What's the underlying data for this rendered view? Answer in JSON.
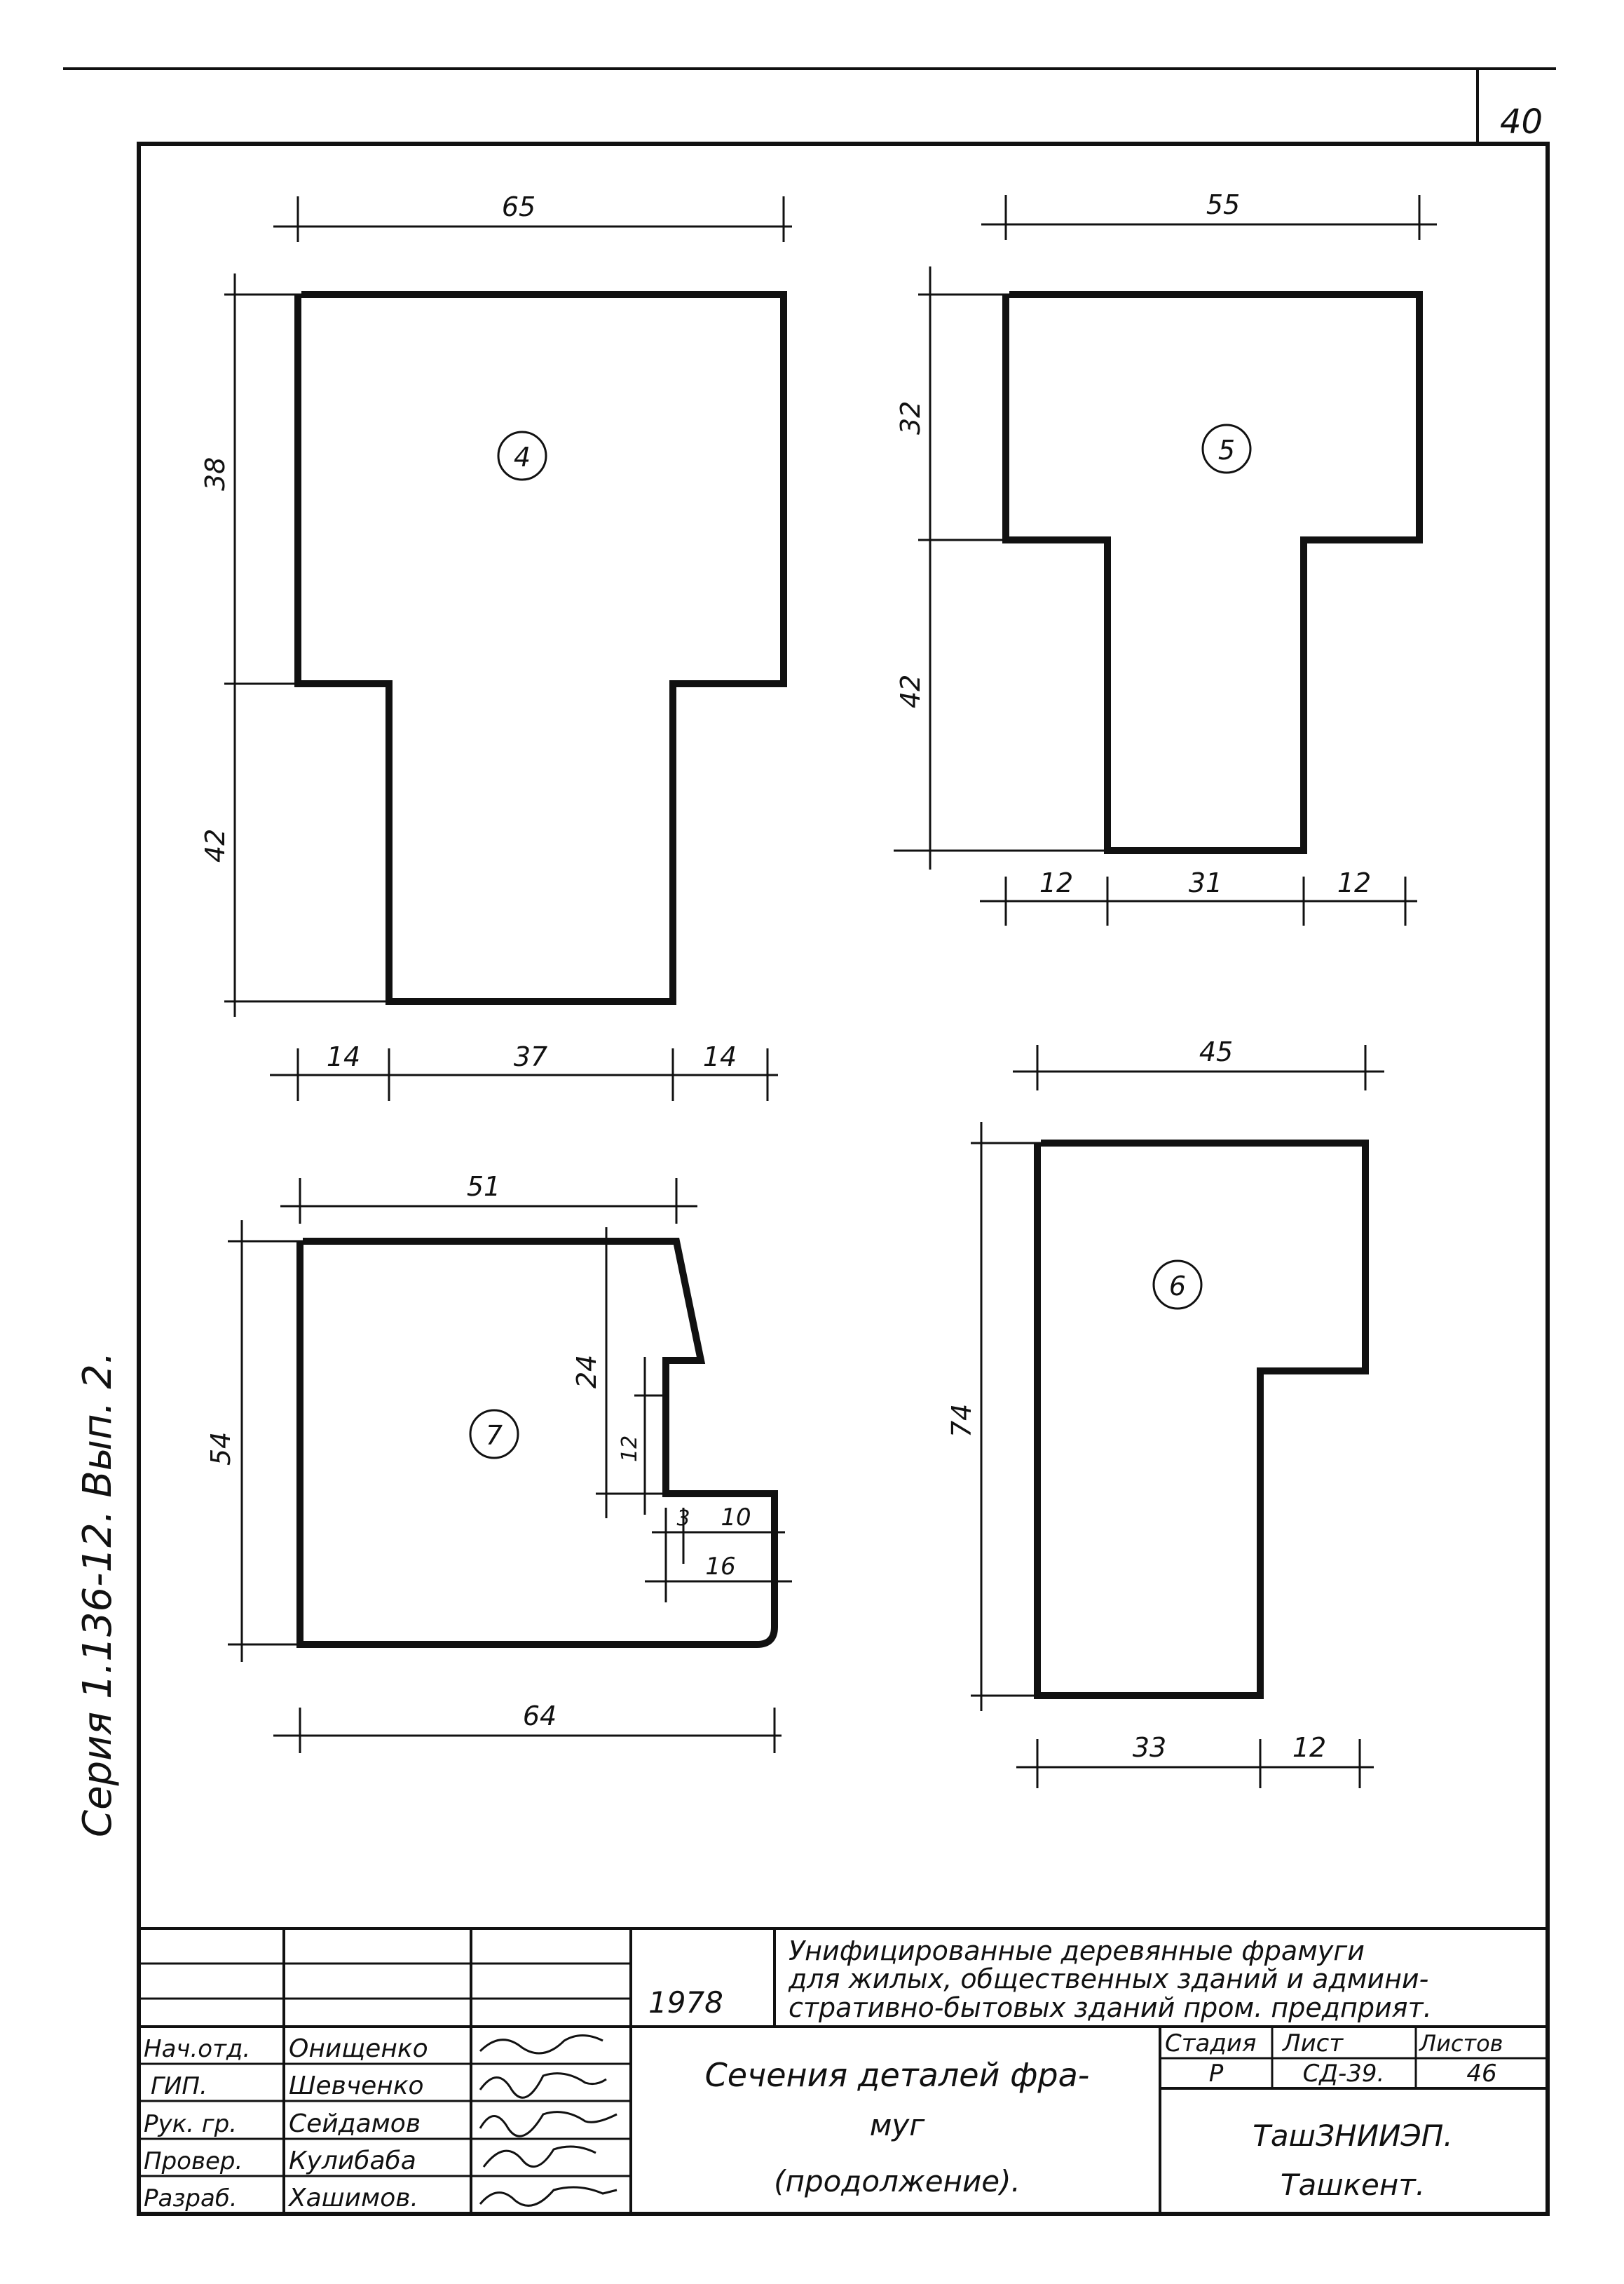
{
  "page_number": "40",
  "side_label": "Серия 1.136-12.  Вып. 2.",
  "sections": {
    "s4": {
      "label": "4",
      "dims": {
        "top": "65",
        "left_upper": "38",
        "left_lower": "42",
        "bottom": [
          "14",
          "37",
          "14"
        ]
      }
    },
    "s5": {
      "label": "5",
      "dims": {
        "top": "55",
        "left_upper": "32",
        "left_lower": "42",
        "bottom": [
          "12",
          "31",
          "12"
        ]
      }
    },
    "s6": {
      "label": "6",
      "dims": {
        "top": "45",
        "left": "74",
        "bottom": [
          "33",
          "12"
        ]
      }
    },
    "s7": {
      "label": "7",
      "dims": {
        "top": "51",
        "left": "54",
        "notch_height": "24",
        "notch_inner": "12",
        "step_a": "3",
        "step_b": "10",
        "step_c": "16",
        "bottom": "64"
      }
    }
  },
  "title_block": {
    "year": "1978",
    "description": [
      "Унифицированные деревянные фрамуги",
      "для жилых, общественных зданий и админи-",
      "стративно-бытовых зданий пром. предприят."
    ],
    "sheet_title": [
      "Сечения деталей фра-",
      "муг",
      "(продолжение)."
    ],
    "roles": [
      "Нач.отд.",
      "ГИП.",
      "Рук. гр.",
      "Провер.",
      "Разраб."
    ],
    "names": [
      "Онищенко",
      "Шевченко",
      "Сейдамов",
      "Кулибаба",
      "Хашимов."
    ],
    "stage_header": "Стадия",
    "sheet_header": "Лист",
    "sheets_header": "Листов",
    "stage": "Р",
    "sheet": "СД-39.",
    "sheets": "46",
    "org": "ТашЗНИИЭП.",
    "city": "Ташкент."
  }
}
